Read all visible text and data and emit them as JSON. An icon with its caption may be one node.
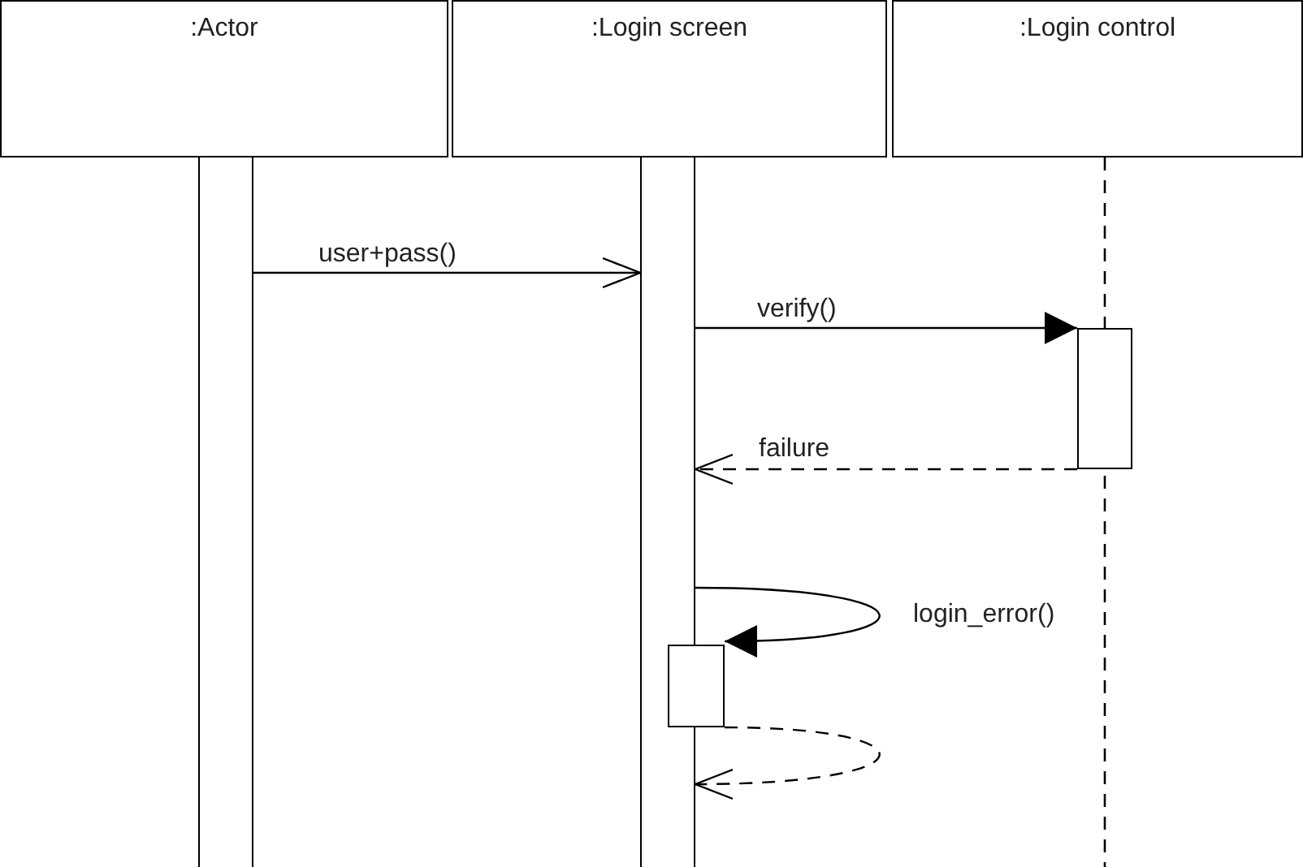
{
  "diagram": {
    "nodes": [
      {
        "text": [
          ":Actor"
        ]
      },
      {
        "text": [
          ":Login screen"
        ]
      },
      {
        "text": [
          ":Login control"
        ]
      },
      {
        "text": [],
        "shape": "bar"
      },
      {
        "text": [],
        "shape": "bar"
      },
      {
        "text": [],
        "shape": "bar"
      },
      {
        "text": [],
        "shape": "bar"
      }
    ],
    "edges": [
      {
        "from": 3,
        "to": 4,
        "arrow": "to",
        "label": "user+pass()"
      },
      {
        "from": 4,
        "to": 5,
        "arrow": "to",
        "label": "verify()"
      },
      {
        "from": 5,
        "to": 4,
        "arrow": "to",
        "style": "dashed",
        "label": "failure"
      },
      {
        "from": 4,
        "to": 6,
        "arrow": "to",
        "label": "login_error()"
      },
      {
        "from": 6,
        "to": 4,
        "arrow": "to",
        "style": "dashed"
      }
    ]
  }
}
